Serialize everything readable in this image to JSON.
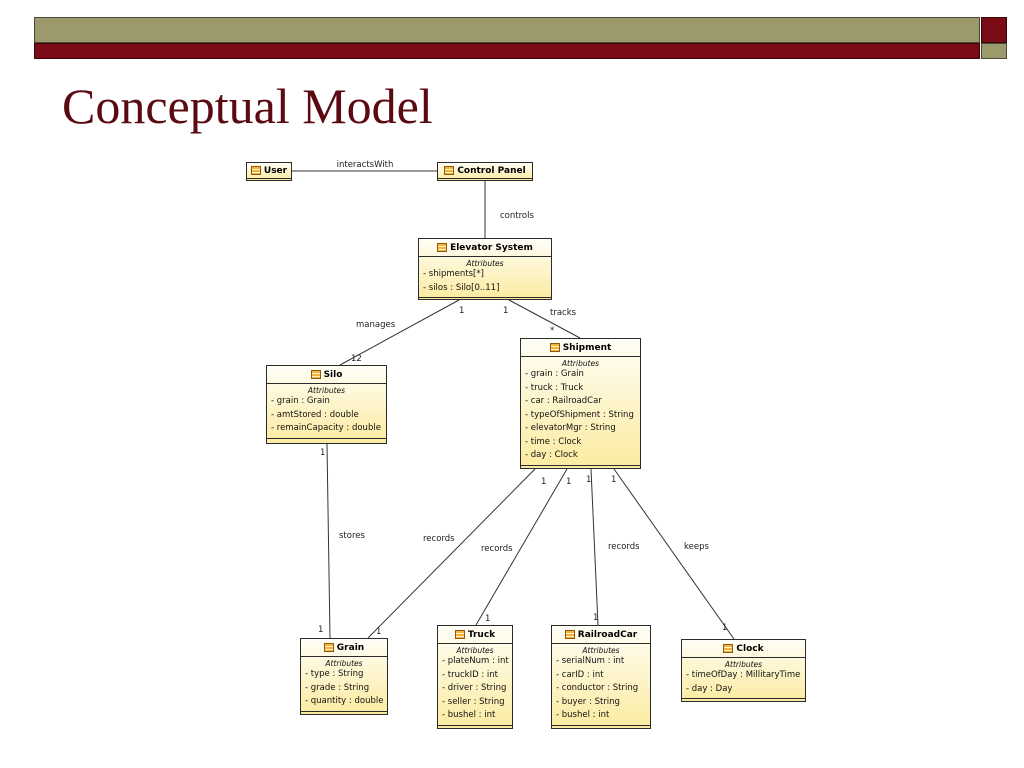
{
  "title": "Conceptual Model",
  "classes": {
    "user": {
      "name": "User"
    },
    "control_panel": {
      "name": "Control Panel"
    },
    "elevator": {
      "name": "Elevator System",
      "section": "Attributes",
      "attrs": [
        "- shipments[*]",
        "- silos : Silo[0..11]"
      ]
    },
    "silo": {
      "name": "Silo",
      "section": "Attributes",
      "attrs": [
        "- grain : Grain",
        "- amtStored : double",
        "- remainCapacity : double"
      ]
    },
    "shipment": {
      "name": "Shipment",
      "section": "Attributes",
      "attrs": [
        "- grain : Grain",
        "- truck : Truck",
        "- car : RailroadCar",
        "- typeOfShipment : String",
        "- elevatorMgr : String",
        "- time : Clock",
        "- day : Clock"
      ]
    },
    "grain": {
      "name": "Grain",
      "section": "Attributes",
      "attrs": [
        "- type : String",
        "- grade : String",
        "- quantity : double"
      ]
    },
    "truck": {
      "name": "Truck",
      "section": "Attributes",
      "attrs": [
        "- plateNum : int",
        "- truckID : int",
        "- driver : String",
        "- seller : String",
        "- bushel : int"
      ]
    },
    "railroadcar": {
      "name": "RailroadCar",
      "section": "Attributes",
      "attrs": [
        "- serialNum : int",
        "- carID : int",
        "- conductor : String",
        "- buyer : String",
        "- bushel : int"
      ]
    },
    "clock": {
      "name": "Clock",
      "section": "Attributes",
      "attrs": [
        "- timeOfDay : MillitaryTime",
        "- day : Day"
      ]
    }
  },
  "associations": {
    "interacts": {
      "label": "interactsWith"
    },
    "controls": {
      "label": "controls"
    },
    "manages": {
      "label": "manages",
      "mult_a": "1",
      "mult_b": "12"
    },
    "tracks": {
      "label": "tracks",
      "mult_a": "1",
      "mult_b": "*"
    },
    "stores": {
      "label": "stores",
      "mult_a": "1",
      "mult_b": "1"
    },
    "records_grain": {
      "label": "records",
      "mult_a": "1",
      "mult_b": "1"
    },
    "records_truck": {
      "label": "records",
      "mult_a": "1",
      "mult_b": "1"
    },
    "records_car": {
      "label": "records",
      "mult_a": "1",
      "mult_b": "1"
    },
    "keeps": {
      "label": "keeps",
      "mult_a": "1",
      "mult_b": "1"
    }
  }
}
